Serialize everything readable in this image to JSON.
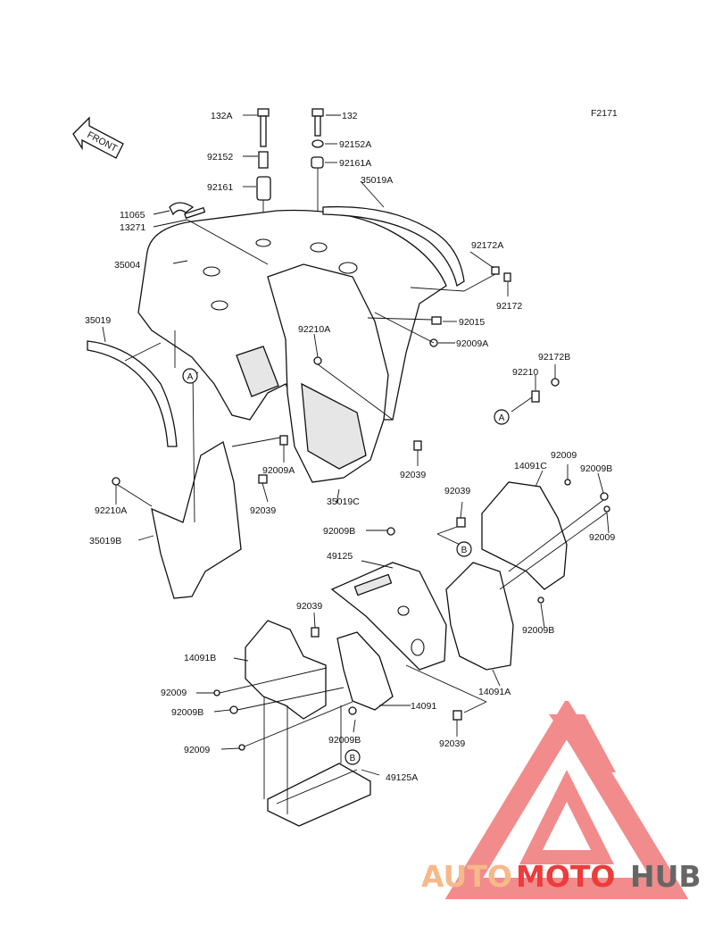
{
  "figure_code": "F2171",
  "front_label": "FRONT",
  "ref_markers": [
    "A",
    "B"
  ],
  "parts": [
    {
      "id": "132A"
    },
    {
      "id": "132"
    },
    {
      "id": "92152A"
    },
    {
      "id": "92152"
    },
    {
      "id": "92161A"
    },
    {
      "id": "92161"
    },
    {
      "id": "35019A"
    },
    {
      "id": "11065"
    },
    {
      "id": "13271"
    },
    {
      "id": "92172A"
    },
    {
      "id": "35004"
    },
    {
      "id": "92172"
    },
    {
      "id": "92015"
    },
    {
      "id": "35019"
    },
    {
      "id": "92210A"
    },
    {
      "id": "92009A"
    },
    {
      "id": "92172B"
    },
    {
      "id": "92210"
    },
    {
      "id": "92039"
    },
    {
      "id": "35019C"
    },
    {
      "id": "14091C"
    },
    {
      "id": "92009B"
    },
    {
      "id": "92009"
    },
    {
      "id": "35019B"
    },
    {
      "id": "49125"
    },
    {
      "id": "14091B"
    },
    {
      "id": "14091"
    },
    {
      "id": "14091A"
    },
    {
      "id": "49125A"
    }
  ],
  "watermark": {
    "text_auto": "AUTO",
    "text_moto": "MOTO",
    "text_hub": "HUB",
    "color_light": "#f7b98a",
    "color_red": "#ee3b3b",
    "color_dark": "#666666",
    "triangle_color": "#f28b8b"
  }
}
